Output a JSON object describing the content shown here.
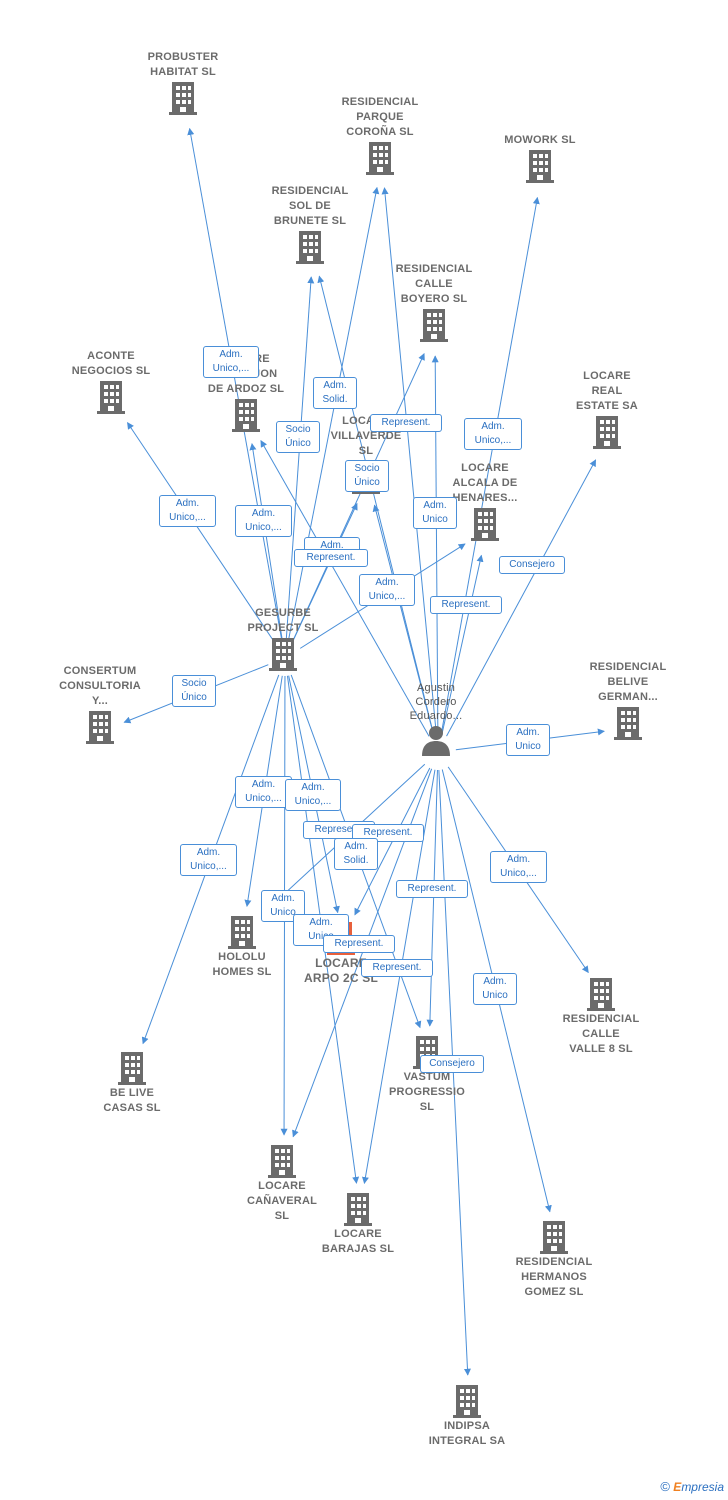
{
  "nodes": {
    "probuster": {
      "label": [
        "PROBUSTER",
        "HABITAT  SL"
      ]
    },
    "parque": {
      "label": [
        "RESIDENCIAL",
        "PARQUE",
        "COROÑA  SL"
      ]
    },
    "mowork": {
      "label": [
        "MOWORK  SL"
      ]
    },
    "brunete": {
      "label": [
        "RESIDENCIAL",
        "SOL DE",
        "BRUNETE  SL"
      ]
    },
    "boyero": {
      "label": [
        "RESIDENCIAL",
        "CALLE",
        "BOYERO  SL"
      ]
    },
    "aconte": {
      "label": [
        "ACONTE",
        "NEGOCIOS  SL"
      ]
    },
    "ardoz": {
      "label": [
        "LOCARE",
        "TORREJON",
        "DE ARDOZ  SL"
      ]
    },
    "villaverde": {
      "label": [
        "LOCARE",
        "VILLAVERDE",
        "SL"
      ]
    },
    "real": {
      "label": [
        "LOCARE",
        "REAL",
        "ESTATE SA"
      ]
    },
    "alcala": {
      "label": [
        "LOCARE",
        "ALCALA DE",
        "HENARES..."
      ]
    },
    "gesurbe": {
      "label": [
        "GESURBE",
        "PROJECT SL"
      ]
    },
    "consertum": {
      "label": [
        "CONSERTUM",
        "CONSULTORIA",
        "Y..."
      ]
    },
    "agustin": {
      "label": [
        "Agustin",
        "Cordero",
        "Eduardo..."
      ]
    },
    "belive": {
      "label": [
        "RESIDENCIAL",
        "BELIVE",
        "GERMAN..."
      ]
    },
    "hololu": {
      "label": [
        "HOLOLU",
        "HOMES  SL"
      ]
    },
    "arpo": {
      "label": [
        "LOCARE",
        "ARPO 2C  SL"
      ]
    },
    "valle8": {
      "label": [
        "RESIDENCIAL",
        "CALLE",
        "VALLE 8  SL"
      ]
    },
    "belive_casas": {
      "label": [
        "BE LIVE",
        "CASAS  SL"
      ]
    },
    "vastum": {
      "label": [
        "VASTUM",
        "PROGRESSIO",
        "SL"
      ]
    },
    "canaveral": {
      "label": [
        "LOCARE",
        "CAÑAVERAL",
        "SL"
      ]
    },
    "barajas": {
      "label": [
        "LOCARE",
        "BARAJAS  SL"
      ]
    },
    "gomez": {
      "label": [
        "RESIDENCIAL",
        "HERMANOS",
        "GOMEZ  SL"
      ]
    },
    "indipsa": {
      "label": [
        "INDIPSA",
        "INTEGRAL SA"
      ]
    }
  },
  "edges": [
    {
      "from": "gesurbe",
      "to": "probuster"
    },
    {
      "from": "gesurbe",
      "to": "parque"
    },
    {
      "from": "gesurbe",
      "to": "brunete"
    },
    {
      "from": "gesurbe",
      "to": "boyero"
    },
    {
      "from": "gesurbe",
      "to": "aconte"
    },
    {
      "from": "gesurbe",
      "to": "ardoz"
    },
    {
      "from": "gesurbe",
      "to": "villaverde"
    },
    {
      "from": "gesurbe",
      "to": "alcala"
    },
    {
      "from": "gesurbe",
      "to": "consertum"
    },
    {
      "from": "gesurbe",
      "to": "hololu"
    },
    {
      "from": "gesurbe",
      "to": "arpo"
    },
    {
      "from": "gesurbe",
      "to": "belive_casas"
    },
    {
      "from": "gesurbe",
      "to": "vastum"
    },
    {
      "from": "gesurbe",
      "to": "canaveral"
    },
    {
      "from": "gesurbe",
      "to": "barajas"
    },
    {
      "from": "agustin",
      "to": "mowork"
    },
    {
      "from": "agustin",
      "to": "parque"
    },
    {
      "from": "agustin",
      "to": "brunete"
    },
    {
      "from": "agustin",
      "to": "boyero"
    },
    {
      "from": "agustin",
      "to": "ardoz"
    },
    {
      "from": "agustin",
      "to": "villaverde"
    },
    {
      "from": "agustin",
      "to": "real"
    },
    {
      "from": "agustin",
      "to": "alcala"
    },
    {
      "from": "agustin",
      "to": "belive"
    },
    {
      "from": "agustin",
      "to": "hololu"
    },
    {
      "from": "agustin",
      "to": "arpo"
    },
    {
      "from": "agustin",
      "to": "valle8"
    },
    {
      "from": "agustin",
      "to": "vastum"
    },
    {
      "from": "agustin",
      "to": "canaveral"
    },
    {
      "from": "agustin",
      "to": "barajas"
    },
    {
      "from": "agustin",
      "to": "gomez"
    },
    {
      "from": "agustin",
      "to": "indipsa"
    }
  ],
  "relations": [
    {
      "text": [
        "Adm.",
        "Unico,..."
      ]
    },
    {
      "text": [
        "Adm.",
        "Solid."
      ]
    },
    {
      "text": [
        "Socio",
        "Único"
      ]
    },
    {
      "text": [
        "Represent."
      ]
    },
    {
      "text": [
        "Adm.",
        "Unico,..."
      ]
    },
    {
      "text": [
        "Socio",
        "Único"
      ]
    },
    {
      "text": [
        "Adm.",
        "Unico,..."
      ]
    },
    {
      "text": [
        "Adm.",
        "Unico,..."
      ]
    },
    {
      "text": [
        "Adm.",
        "Unico"
      ]
    },
    {
      "text": [
        "Adm."
      ]
    },
    {
      "text": [
        "Represent."
      ]
    },
    {
      "text": [
        "Consejero"
      ]
    },
    {
      "text": [
        "Adm.",
        "Unico,..."
      ]
    },
    {
      "text": [
        "Represent."
      ]
    },
    {
      "text": [
        "Socio",
        "Único"
      ]
    },
    {
      "text": [
        "Adm.",
        "Unico"
      ]
    },
    {
      "text": [
        "Adm.",
        "Unico,..."
      ]
    },
    {
      "text": [
        "Adm.",
        "Unico,..."
      ]
    },
    {
      "text": [
        "Represent."
      ]
    },
    {
      "text": [
        "Represent."
      ]
    },
    {
      "text": [
        "Adm.",
        "Solid."
      ]
    },
    {
      "text": [
        "Adm.",
        "Unico,..."
      ]
    },
    {
      "text": [
        "Adm.",
        "Unico,..."
      ]
    },
    {
      "text": [
        "Represent."
      ]
    },
    {
      "text": [
        "Adm.",
        "Unico"
      ]
    },
    {
      "text": [
        "Adm.",
        "Unico"
      ]
    },
    {
      "text": [
        "Represent."
      ]
    },
    {
      "text": [
        "Represent."
      ]
    },
    {
      "text": [
        "Adm.",
        "Unico"
      ]
    },
    {
      "text": [
        "Consejero"
      ]
    }
  ],
  "credit": {
    "symbol": "©",
    "brand_e": "E",
    "brand_rest": "mpresia"
  },
  "colors": {
    "edge": "#4a8fd8",
    "node": "#6b6b6b",
    "highlight": "#e8603c"
  }
}
